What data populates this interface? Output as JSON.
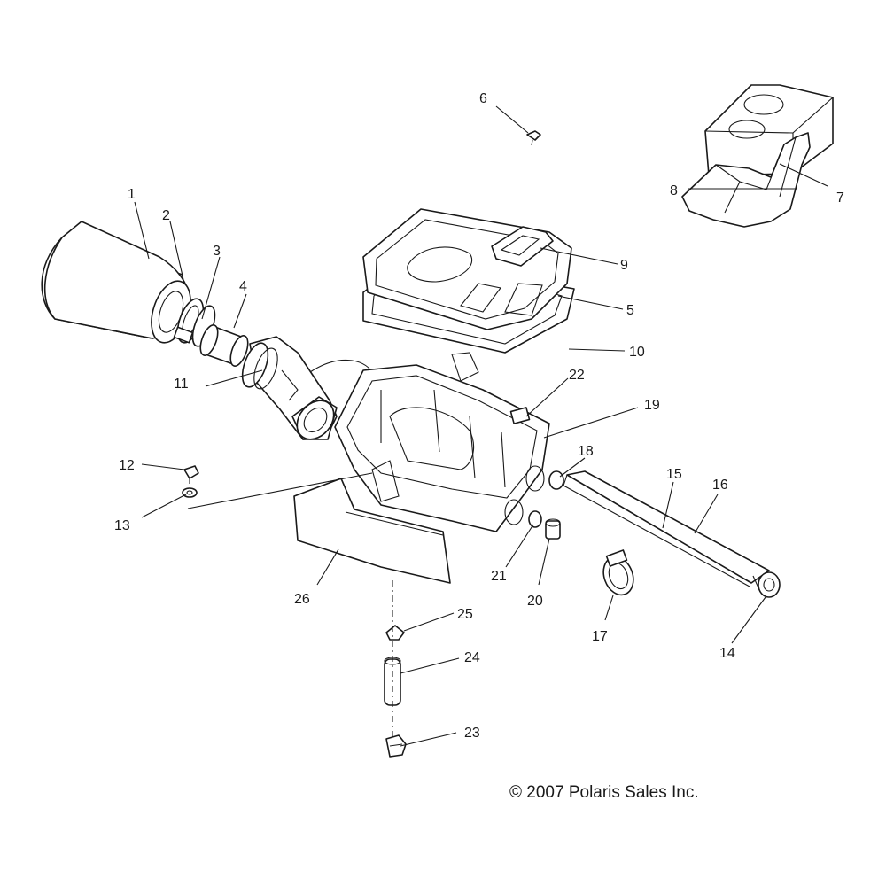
{
  "callouts": [
    {
      "id": "1",
      "label": "1"
    },
    {
      "id": "2",
      "label": "2"
    },
    {
      "id": "3",
      "label": "3"
    },
    {
      "id": "4",
      "label": "4"
    },
    {
      "id": "5",
      "label": "5"
    },
    {
      "id": "6",
      "label": "6"
    },
    {
      "id": "7",
      "label": "7"
    },
    {
      "id": "8",
      "label": "8"
    },
    {
      "id": "9",
      "label": "9"
    },
    {
      "id": "10",
      "label": "10"
    },
    {
      "id": "11",
      "label": "11"
    },
    {
      "id": "12",
      "label": "12"
    },
    {
      "id": "13",
      "label": "13"
    },
    {
      "id": "14",
      "label": "14"
    },
    {
      "id": "15",
      "label": "15"
    },
    {
      "id": "16",
      "label": "16"
    },
    {
      "id": "17",
      "label": "17"
    },
    {
      "id": "18",
      "label": "18"
    },
    {
      "id": "19",
      "label": "19"
    },
    {
      "id": "20",
      "label": "20"
    },
    {
      "id": "21",
      "label": "21"
    },
    {
      "id": "22",
      "label": "22"
    },
    {
      "id": "23",
      "label": "23"
    },
    {
      "id": "24",
      "label": "24"
    },
    {
      "id": "25",
      "label": "25"
    },
    {
      "id": "26",
      "label": "26"
    }
  ],
  "copyright": "© 2007 Polaris Sales Inc."
}
